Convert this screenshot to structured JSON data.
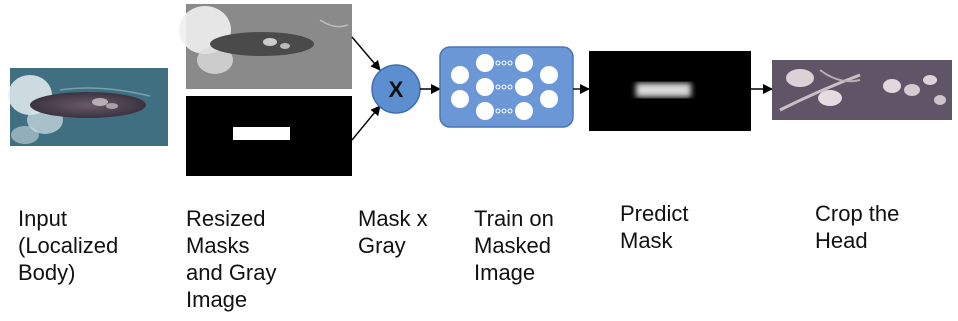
{
  "operator_symbol": "X",
  "colors": {
    "operator_fill": "#5b8fcf",
    "network_fill": "#6b97d6",
    "network_stroke": "#4a75b3",
    "arrow": "#000000",
    "mask_background": "#000000",
    "mask_foreground": "#ffffff",
    "ocean": "#3f6f80",
    "gray_photo": "#8a8a8a"
  },
  "stages": [
    {
      "id": "input",
      "label": "Input\n(Localized\nBody)"
    },
    {
      "id": "resized",
      "label": "Resized\nMasks\nand Gray\nImage"
    },
    {
      "id": "multiply",
      "label": "Mask x\nGray"
    },
    {
      "id": "train",
      "label": "Train on\nMasked\nImage"
    },
    {
      "id": "predict",
      "label": "Predict\nMask"
    },
    {
      "id": "crop",
      "label": "Crop the\nHead"
    }
  ]
}
